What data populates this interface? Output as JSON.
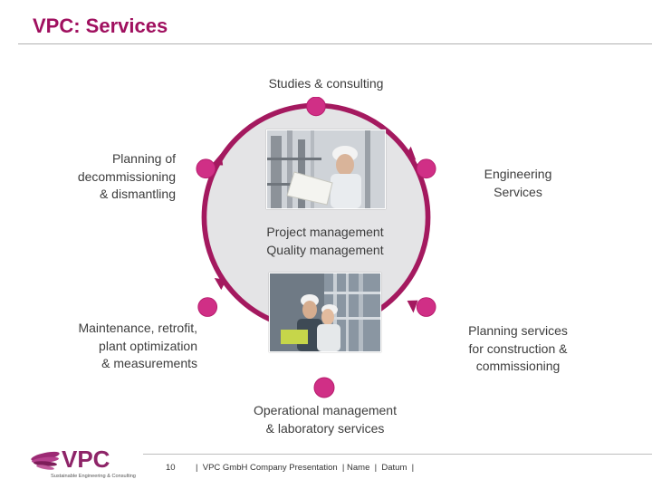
{
  "slide": {
    "title": "VPC: Services"
  },
  "services": {
    "top": "Studies & consulting",
    "upper_left": "Planning of\ndecommissioning\n& dismantling",
    "upper_right": "Engineering\nServices",
    "center": "Project management\nQuality management",
    "lower_left": "Maintenance, retrofit,\nplant optimization\n& measurements",
    "lower_right": "Planning services\nfor construction &\ncommissioning",
    "bottom": "Operational management\n& laboratory services"
  },
  "footer": {
    "page_number": "10",
    "text": "|  VPC GmbH Company Presentation  | Name  |  Datum  |"
  },
  "logo": {
    "text": "VPC",
    "tagline": "Sustainable Engineering & Consulting"
  },
  "colors": {
    "brand": "#a0105f",
    "ring": "#a4195f",
    "node": "#d02f86",
    "circle_fill": "#e4e4e6"
  }
}
